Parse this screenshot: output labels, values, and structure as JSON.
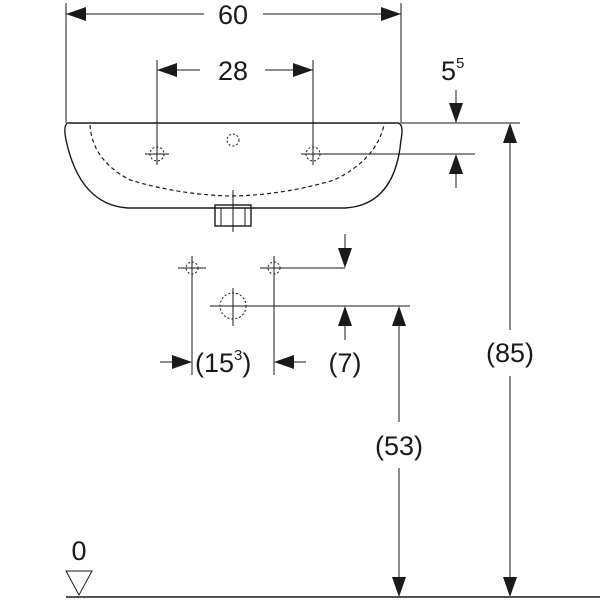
{
  "dimensions": {
    "overall_width": "60",
    "tap_hole_spacing": "28",
    "rim_to_taphole": {
      "base": "5",
      "sup": "5"
    },
    "trap_offset": {
      "open": "(15",
      "sup": "3",
      "close": ")"
    },
    "supply_height_diff": "(7)",
    "drain_height": "(53)",
    "rim_height": "(85)",
    "floor_level": "0"
  }
}
